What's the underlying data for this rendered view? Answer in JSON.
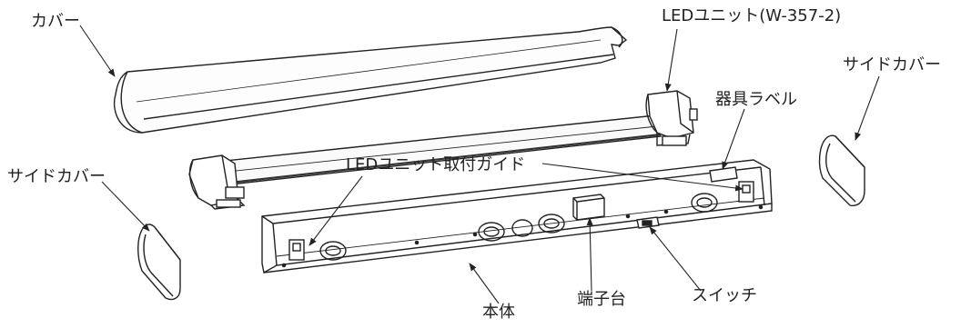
{
  "labels": {
    "cover": "カバー",
    "led_unit": "LEDユニット(W-357-2)",
    "side_cover_right": "サイドカバー",
    "fixture_label": "器具ラベル",
    "side_cover_left": "サイドカバー",
    "led_unit_guide": "LEDユニット取付ガイド",
    "body": "本体",
    "terminal_block": "端子台",
    "switch": "スイッチ"
  }
}
